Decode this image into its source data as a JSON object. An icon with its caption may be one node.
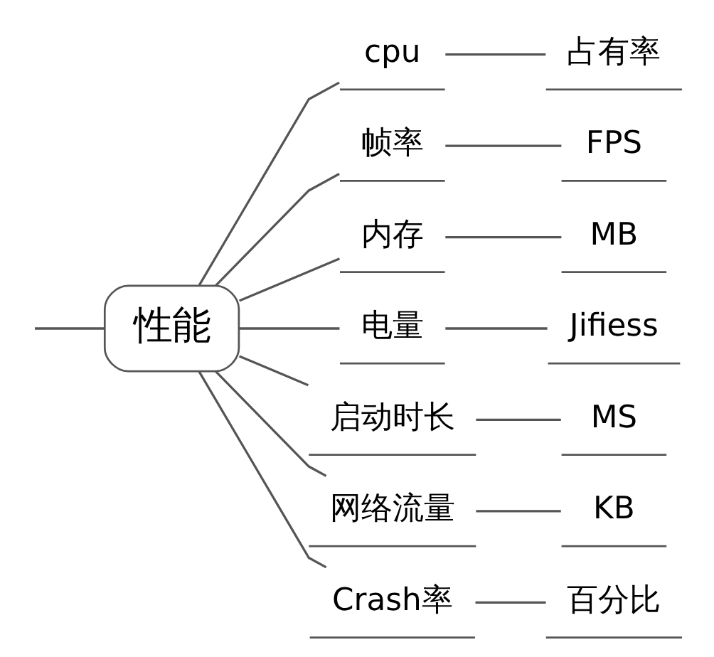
{
  "diagram": {
    "nodes": [
      {
        "text": [
          "性能"
        ]
      },
      {
        "text": [
          "cpu"
        ]
      },
      {
        "text": [
          "占有率"
        ]
      },
      {
        "text": [
          "帧率"
        ]
      },
      {
        "text": [
          "FPS"
        ]
      },
      {
        "text": [
          "内存"
        ]
      },
      {
        "text": [
          "MB"
        ]
      },
      {
        "text": [
          "电量"
        ]
      },
      {
        "text": [
          "Jifiess"
        ]
      },
      {
        "text": [
          "启动时长"
        ]
      },
      {
        "text": [
          "MS"
        ]
      },
      {
        "text": [
          "网络流量"
        ]
      },
      {
        "text": [
          "KB"
        ]
      },
      {
        "text": [
          "Crash率"
        ]
      },
      {
        "text": [
          "百分比"
        ]
      }
    ],
    "edges": [
      {
        "from": null,
        "to": 0,
        "arrow": "none"
      },
      {
        "from": 0,
        "to": 1,
        "arrow": "none"
      },
      {
        "from": 1,
        "to": 2,
        "arrow": "none"
      },
      {
        "from": 0,
        "to": 3,
        "arrow": "none"
      },
      {
        "from": 3,
        "to": 4,
        "arrow": "none"
      },
      {
        "from": 0,
        "to": 5,
        "arrow": "none"
      },
      {
        "from": 5,
        "to": 6,
        "arrow": "none"
      },
      {
        "from": 0,
        "to": 7,
        "arrow": "none"
      },
      {
        "from": 7,
        "to": 8,
        "arrow": "none"
      },
      {
        "from": 0,
        "to": 9,
        "arrow": "none"
      },
      {
        "from": 9,
        "to": 10,
        "arrow": "none"
      },
      {
        "from": 0,
        "to": 11,
        "arrow": "none"
      },
      {
        "from": 11,
        "to": 12,
        "arrow": "none"
      },
      {
        "from": 0,
        "to": 13,
        "arrow": "none"
      },
      {
        "from": 13,
        "to": 14,
        "arrow": "none"
      }
    ]
  }
}
